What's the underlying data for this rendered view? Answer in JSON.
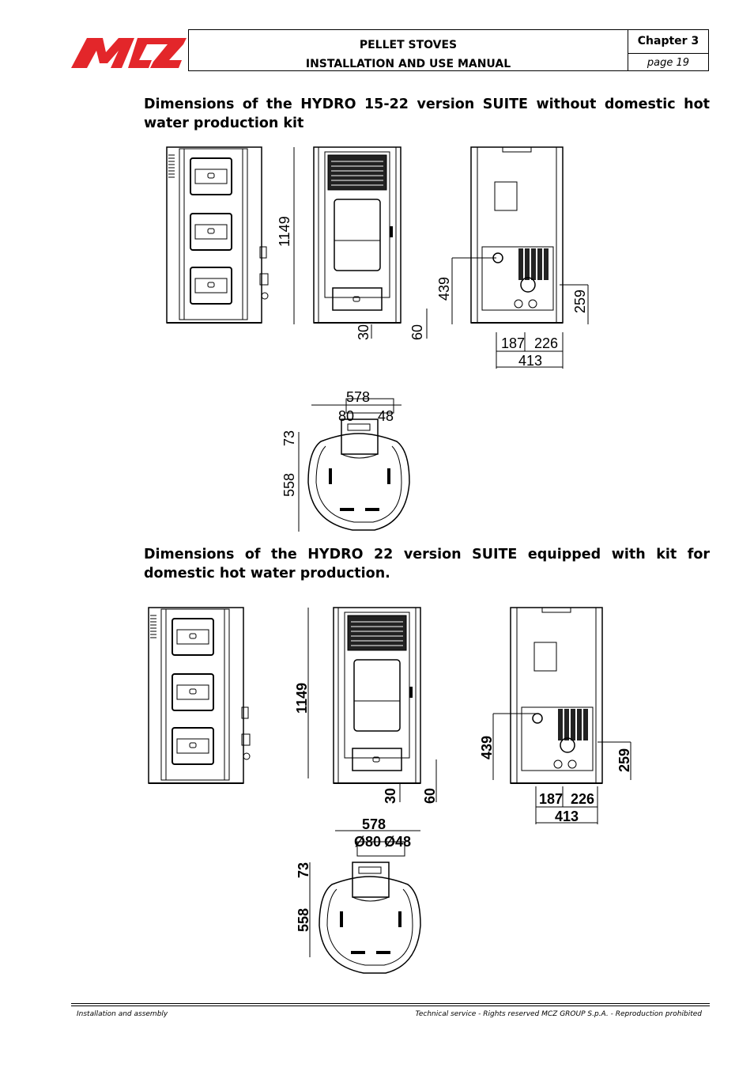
{
  "header": {
    "brand": "MCZ",
    "line1": "PELLET STOVES",
    "line2": "INSTALLATION AND USE MANUAL",
    "chapter": "Chapter 3",
    "page": "page 19"
  },
  "section1": {
    "heading": "Dimensions of the HYDRO 15-22 version SUITE without domestic hot water production kit",
    "dims": {
      "height": "1149",
      "flue_h": "439",
      "water_h": "259",
      "offset1": "187",
      "offset2": "226",
      "depth": "413",
      "foot1": "30",
      "foot2": "60",
      "width": "578",
      "d1": "80",
      "d2": "48",
      "top_off": "73",
      "plan_depth": "558"
    }
  },
  "section2": {
    "heading": "Dimensions of the HYDRO 22 version SUITE equipped with kit for domestic hot water production.",
    "dims": {
      "height": "1149",
      "flue_h": "439",
      "water_h": "259",
      "offset1": "187",
      "offset2": "226",
      "depth": "413",
      "foot1": "30",
      "foot2": "60",
      "width": "578",
      "d1": "Ø80",
      "d2": "Ø48",
      "top_off": "73",
      "plan_depth": "558"
    }
  },
  "footer": {
    "left": "Installation and assembly",
    "right": "Technical service - Rights reserved MCZ GROUP S.p.A. - Reproduction prohibited"
  },
  "colors": {
    "brand": "#e3262a"
  }
}
